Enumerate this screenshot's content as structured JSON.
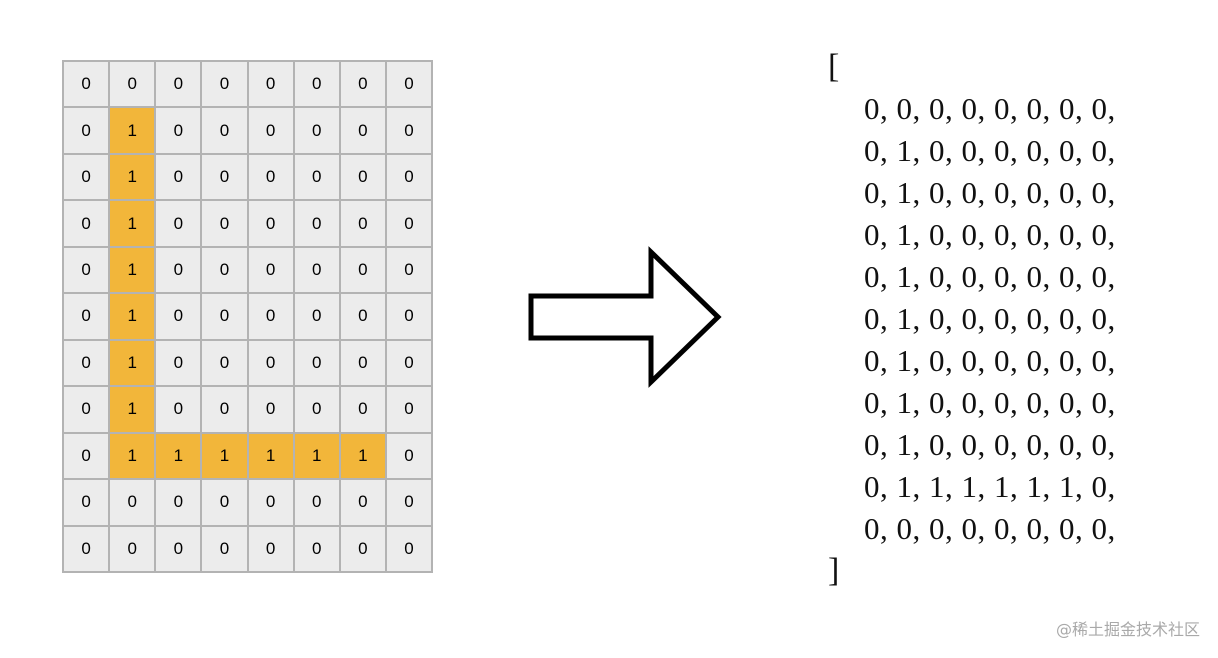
{
  "grid": {
    "rows": [
      [
        "0",
        "0",
        "0",
        "0",
        "0",
        "0",
        "0",
        "0"
      ],
      [
        "0",
        "1",
        "0",
        "0",
        "0",
        "0",
        "0",
        "0"
      ],
      [
        "0",
        "1",
        "0",
        "0",
        "0",
        "0",
        "0",
        "0"
      ],
      [
        "0",
        "1",
        "0",
        "0",
        "0",
        "0",
        "0",
        "0"
      ],
      [
        "0",
        "1",
        "0",
        "0",
        "0",
        "0",
        "0",
        "0"
      ],
      [
        "0",
        "1",
        "0",
        "0",
        "0",
        "0",
        "0",
        "0"
      ],
      [
        "0",
        "1",
        "0",
        "0",
        "0",
        "0",
        "0",
        "0"
      ],
      [
        "0",
        "1",
        "0",
        "0",
        "0",
        "0",
        "0",
        "0"
      ],
      [
        "0",
        "1",
        "1",
        "1",
        "1",
        "1",
        "1",
        "0"
      ],
      [
        "0",
        "0",
        "0",
        "0",
        "0",
        "0",
        "0",
        "0"
      ],
      [
        "0",
        "0",
        "0",
        "0",
        "0",
        "0",
        "0",
        "0"
      ]
    ],
    "colors": {
      "cell": "#ececec",
      "highlight": "#f2b63a",
      "line": "#b3b3b3"
    }
  },
  "arrow": {
    "icon": "right-arrow-icon",
    "stroke": "#000000",
    "fill": "#ffffff"
  },
  "matrix": {
    "open": "[",
    "close": "]",
    "lines": [
      "0, 0, 0, 0, 0, 0, 0, 0,",
      "0, 1, 0, 0, 0, 0, 0, 0,",
      "0, 1, 0, 0, 0, 0, 0, 0,",
      "0, 1, 0, 0, 0, 0, 0, 0,",
      "0, 1, 0, 0, 0, 0, 0, 0,",
      "0, 1, 0, 0, 0, 0, 0, 0,",
      "0, 1, 0, 0, 0, 0, 0, 0,",
      "0, 1, 0, 0, 0, 0, 0, 0,",
      "0, 1, 0, 0, 0, 0, 0, 0,",
      "0, 1, 1, 1, 1, 1, 1, 0,",
      "0, 0, 0, 0, 0, 0, 0, 0,"
    ]
  },
  "watermark": "@稀土掘金技术社区"
}
